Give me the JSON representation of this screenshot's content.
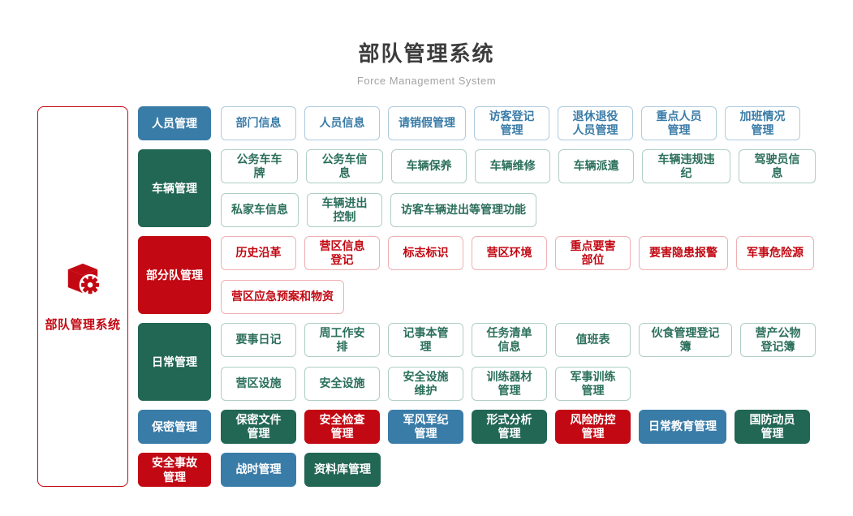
{
  "header": {
    "title": "部队管理系统",
    "subtitle": "Force Management System"
  },
  "sidebar": {
    "label": "部队管理系统",
    "icon": "cube-gear-icon"
  },
  "palette": {
    "blue": "#3A7CA8",
    "green": "#226654",
    "red": "#C20812",
    "blue_border": "#AECBDE",
    "green_border": "#AFCFC2",
    "red_border": "#EFB0B4",
    "green_text": "#2B6F5B",
    "title_text": "#3C3C3C",
    "subtitle_text": "#A3A3A3"
  },
  "groups": [
    {
      "label": "人员管理",
      "color": "blue",
      "rows": [
        [
          {
            "label": "部门信息"
          },
          {
            "label": "人员信息"
          },
          {
            "label": "请销假管理"
          },
          {
            "label": "访客登记\n管理"
          },
          {
            "label": "退休退役\n人员管理"
          },
          {
            "label": "重点人员\n管理"
          },
          {
            "label": "加班情况\n管理"
          }
        ]
      ]
    },
    {
      "label": "车辆管理",
      "color": "green",
      "rows": [
        [
          {
            "label": "公务车车牌"
          },
          {
            "label": "公务车信息"
          },
          {
            "label": "车辆保养"
          },
          {
            "label": "车辆维修"
          },
          {
            "label": "车辆派遣"
          },
          {
            "label": "车辆违规违纪"
          },
          {
            "label": "驾驶员信息"
          }
        ],
        [
          {
            "label": "私家车信息"
          },
          {
            "label": "车辆进出\n控制"
          },
          {
            "label": "访客车辆进出等管理功能"
          }
        ]
      ]
    },
    {
      "label": "部分队管理",
      "color": "red",
      "rows": [
        [
          {
            "label": "历史沿革"
          },
          {
            "label": "营区信息\n登记"
          },
          {
            "label": "标志标识"
          },
          {
            "label": "营区环境"
          },
          {
            "label": "重点要害\n部位"
          },
          {
            "label": "要害隐患报警"
          },
          {
            "label": "军事危险源"
          }
        ],
        [
          {
            "label": "营区应急预案和物资"
          }
        ]
      ]
    },
    {
      "label": "日常管理",
      "color": "green",
      "rows": [
        [
          {
            "label": "要事日记"
          },
          {
            "label": "周工作安排"
          },
          {
            "label": "记事本管理"
          },
          {
            "label": "任务清单\n信息"
          },
          {
            "label": "值班表"
          },
          {
            "label": "伙食管理登记簿"
          },
          {
            "label": "营产公物\n登记簿"
          }
        ],
        [
          {
            "label": "营区设施"
          },
          {
            "label": "安全设施"
          },
          {
            "label": "安全设施\n维护"
          },
          {
            "label": "训练器材\n管理"
          },
          {
            "label": "军事训练\n管理"
          }
        ]
      ]
    },
    {
      "label": "保密管理",
      "color": "blue",
      "rows": [
        [
          {
            "label": "保密文件\n管理",
            "variant": "solid",
            "color": "green"
          },
          {
            "label": "安全检查\n管理",
            "variant": "solid",
            "color": "red"
          },
          {
            "label": "军风军纪\n管理",
            "variant": "solid",
            "color": "blue"
          },
          {
            "label": "形式分析\n管理",
            "variant": "solid",
            "color": "green"
          },
          {
            "label": "风险防控\n管理",
            "variant": "solid",
            "color": "red"
          },
          {
            "label": "日常教育管理",
            "variant": "solid",
            "color": "blue"
          },
          {
            "label": "国防动员\n管理",
            "variant": "solid",
            "color": "green"
          }
        ]
      ]
    },
    {
      "label": "安全事故\n管理",
      "color": "red",
      "rows": [
        [
          {
            "label": "战时管理",
            "variant": "solid",
            "color": "blue"
          },
          {
            "label": "资料库管理",
            "variant": "solid",
            "color": "green"
          }
        ]
      ]
    }
  ]
}
